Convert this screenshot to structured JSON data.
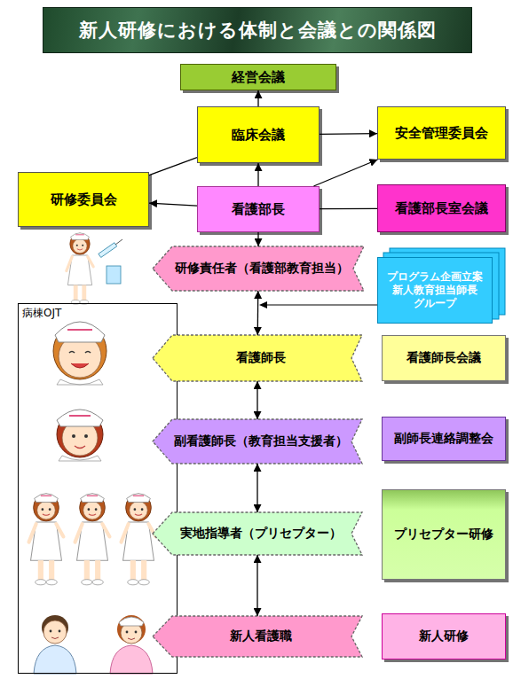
{
  "diagram": {
    "title": "新人研修における体制と会議との関係図",
    "nodes": [
      {
        "text": [
          "経営会議"
        ]
      },
      {
        "text": [
          "臨床会議"
        ]
      },
      {
        "text": [
          "安全管理委員会"
        ]
      },
      {
        "text": [
          "研修委員会"
        ]
      },
      {
        "text": [
          "看護部長"
        ]
      },
      {
        "text": [
          "看護部長室会議"
        ]
      },
      {
        "text": [
          "研修責任者（看護部教育担当）"
        ]
      },
      {
        "text": [
          "プログラム企画立案 新人教育担当師長 グループ"
        ]
      },
      {
        "text": [
          "病棟OJT"
        ]
      },
      {
        "text": [
          "看護師長"
        ]
      },
      {
        "text": [
          "看護師長会議"
        ]
      },
      {
        "text": [
          "副看護師長（教育担当支援者）"
        ]
      },
      {
        "text": [
          "副師長連絡調整会"
        ]
      },
      {
        "text": [
          "実地指導者（プリセプター）"
        ]
      },
      {
        "text": [
          "プリセプター研修"
        ]
      },
      {
        "text": [
          "新人看護職"
        ]
      },
      {
        "text": [
          "新人研修"
        ]
      }
    ],
    "edges": [
      {
        "from": 1,
        "to": 0,
        "arrow": "to"
      },
      {
        "from": 1,
        "to": 2,
        "arrow": "to"
      },
      {
        "from": 4,
        "to": 2,
        "arrow": "to"
      },
      {
        "from": 4,
        "to": 1,
        "arrow": "to"
      },
      {
        "from": 3,
        "to": 1,
        "arrow": "none"
      },
      {
        "from": 4,
        "to": 3,
        "arrow": "to"
      },
      {
        "from": 5,
        "to": 4,
        "arrow": "none"
      },
      {
        "from": 4,
        "to": 6,
        "arrow": "to"
      },
      {
        "from": 6,
        "to": 9,
        "arrow": "both"
      },
      {
        "from": 9,
        "to": 11,
        "arrow": "both"
      },
      {
        "from": 11,
        "to": 13,
        "arrow": "both"
      },
      {
        "from": 13,
        "to": 15,
        "arrow": "both"
      }
    ]
  }
}
